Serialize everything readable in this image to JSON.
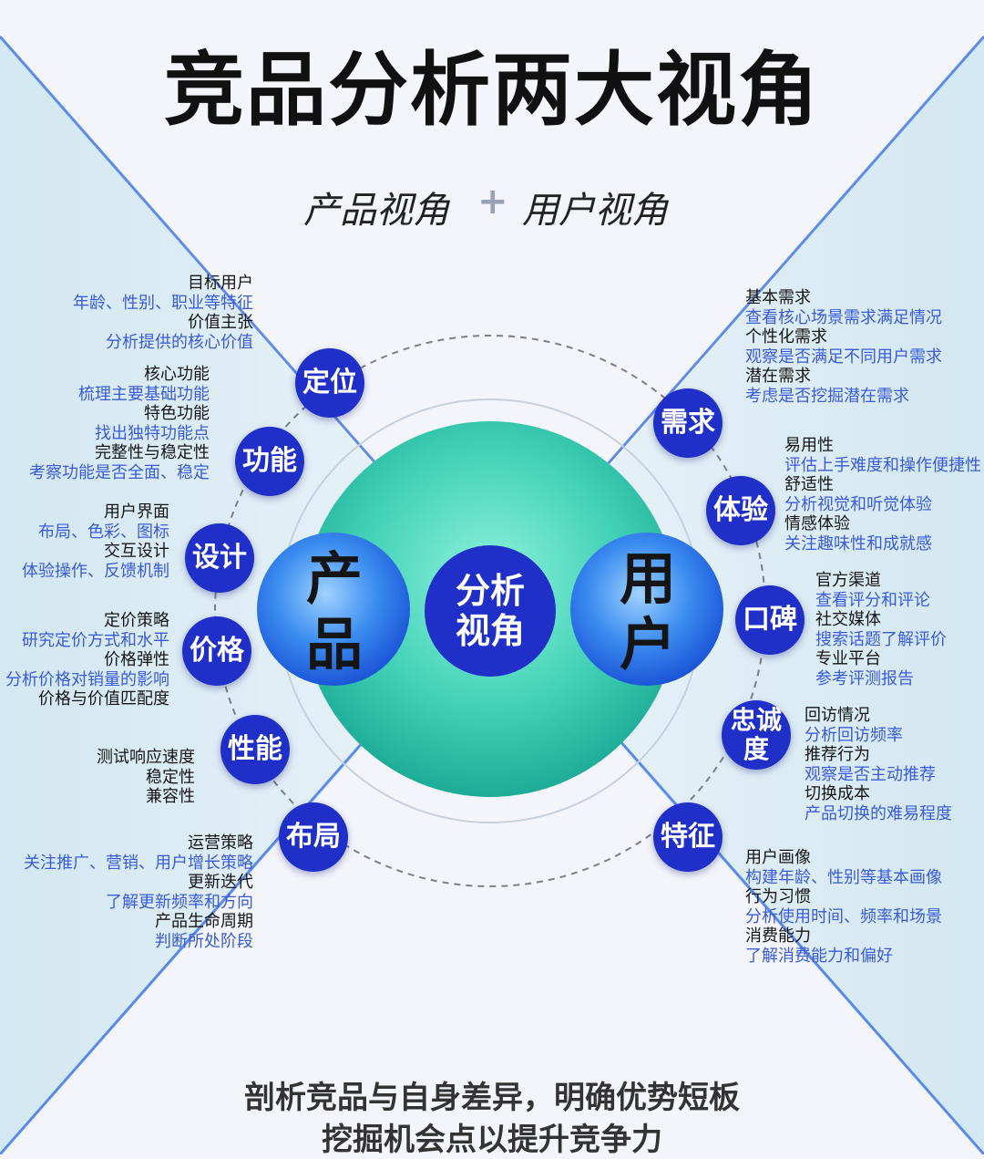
{
  "title": "竞品分析两大视角",
  "subtitle": {
    "left": "产品视角",
    "plus": "+",
    "right": "用户视角"
  },
  "center": {
    "line1": "分析",
    "line2": "视角"
  },
  "product": {
    "char1": "产",
    "char2": "品"
  },
  "user": {
    "char1": "用",
    "char2": "户"
  },
  "left_nodes": [
    {
      "label": "定位",
      "items": [
        [
          "目标用户",
          "年龄、性别、职业等特征"
        ],
        [
          "价值主张",
          "分析提供的核心价值"
        ]
      ]
    },
    {
      "label": "功能",
      "items": [
        [
          "核心功能",
          "梳理主要基础功能"
        ],
        [
          "特色功能",
          "找出独特功能点"
        ],
        [
          "完整性与稳定性",
          "考察功能是否全面、稳定"
        ]
      ]
    },
    {
      "label": "设计",
      "items": [
        [
          "用户界面",
          "布局、色彩、图标"
        ],
        [
          "交互设计",
          "体验操作、反馈机制"
        ]
      ]
    },
    {
      "label": "价格",
      "items": [
        [
          "定价策略",
          "研究定价方式和水平"
        ],
        [
          "价格弹性",
          "分析价格对销量的影响"
        ],
        [
          "价格与价值匹配度",
          ""
        ]
      ]
    },
    {
      "label": "性能",
      "items": [
        [
          "测试响应速度",
          ""
        ],
        [
          "稳定性",
          ""
        ],
        [
          "兼容性",
          ""
        ]
      ]
    },
    {
      "label": "布局",
      "items": [
        [
          "运营策略",
          "关注推广、营销、用户增长策略"
        ],
        [
          "更新迭代",
          "了解更新频率和方向"
        ],
        [
          "产品生命周期",
          "判断所处阶段"
        ]
      ]
    }
  ],
  "right_nodes": [
    {
      "label": "需求",
      "items": [
        [
          "基本需求",
          "查看核心场景需求满足情况"
        ],
        [
          "个性化需求",
          "观察是否满足不同用户需求"
        ],
        [
          "潜在需求",
          "考虑是否挖掘潜在需求"
        ]
      ]
    },
    {
      "label": "体验",
      "items": [
        [
          "易用性",
          "评估上手难度和操作便捷性"
        ],
        [
          "舒适性",
          "分析视觉和听觉体验"
        ],
        [
          "情感体验",
          "关注趣味性和成就感"
        ]
      ]
    },
    {
      "label": "口碑",
      "items": [
        [
          "官方渠道",
          "查看评分和评论"
        ],
        [
          "社交媒体",
          "搜索话题了解评价"
        ],
        [
          "专业平台",
          "参考评测报告"
        ]
      ]
    },
    {
      "label": "忠诚度",
      "label1": "忠诚",
      "label2": "度",
      "items": [
        [
          "回访情况",
          "分析回访频率"
        ],
        [
          "推荐行为",
          "观察是否主动推荐"
        ],
        [
          "切换成本",
          "产品切换的难易程度"
        ]
      ]
    },
    {
      "label": "特征",
      "items": [
        [
          "用户画像",
          "构建年龄、性别等基本画像"
        ],
        [
          "行为习惯",
          "分析使用时间、频率和场景"
        ],
        [
          "消费能力",
          "了解消费能力和偏好"
        ]
      ]
    }
  ],
  "footer": {
    "line1": "剖析竞品与自身差异，明确优势短板",
    "line2": "挖掘机会点以提升竞争力"
  },
  "colors": {
    "node": "#1f2fc8",
    "value_text": "#3a5bd9",
    "teal": "#2fc9b0",
    "blue": "#2a64e0"
  }
}
